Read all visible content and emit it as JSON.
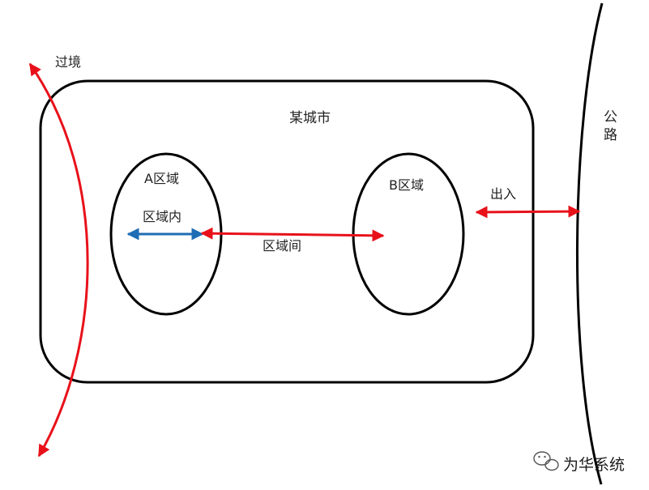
{
  "labels": {
    "transit": "过境",
    "city": "某城市",
    "road_char1": "公",
    "road_char2": "路",
    "zone_a": "A区域",
    "zone_b": "B区域",
    "intra": "区域内",
    "inter": "区域间",
    "in_out": "出入"
  },
  "watermark": {
    "text": "为华系统",
    "icon": "wechat-icon"
  },
  "colors": {
    "red": "#e8111a",
    "blue": "#1f6db4",
    "outline": "#000000"
  }
}
